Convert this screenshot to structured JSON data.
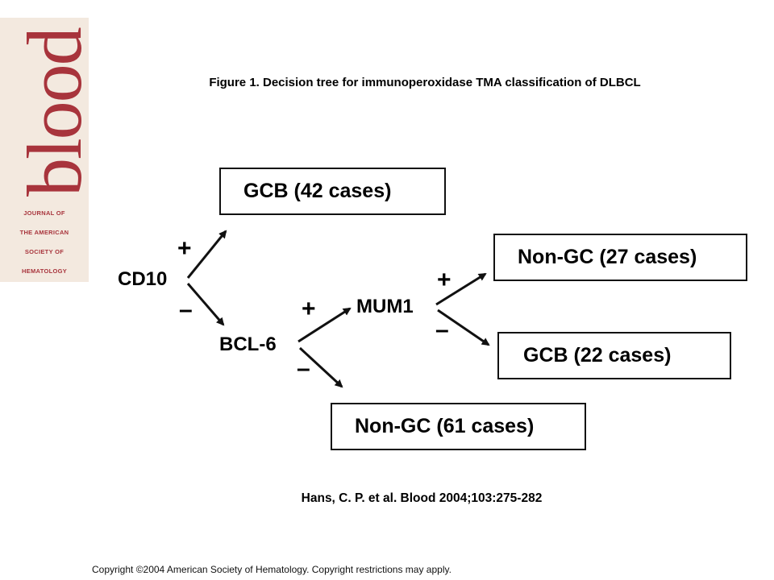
{
  "journal": {
    "logo_text": "blood",
    "subtitle_lines": [
      "JOURNAL OF",
      "THE AMERICAN",
      "SOCIETY OF",
      "HEMATOLOGY"
    ]
  },
  "figure": {
    "title": "Figure 1. Decision tree for immunoperoxidase TMA classification of DLBCL",
    "citation": "Hans, C. P. et al. Blood 2004;103:275-282",
    "copyright": "Copyright ©2004 American Society of Hematology. Copyright restrictions may apply."
  },
  "tree": {
    "nodes": {
      "cd10": "CD10",
      "bcl6": "BCL-6",
      "mum1": "MUM1"
    },
    "signs": {
      "plus": "+",
      "minus": "–"
    },
    "outcomes": {
      "gcb_42": "GCB (42 cases)",
      "nongc_27": "Non-GC (27 cases)",
      "gcb_22": "GCB (22 cases)",
      "nongc_61": "Non-GC (61 cases)"
    }
  },
  "colors": {
    "brand": "#a8343c",
    "sidebar_bg": "#f3e9df"
  }
}
